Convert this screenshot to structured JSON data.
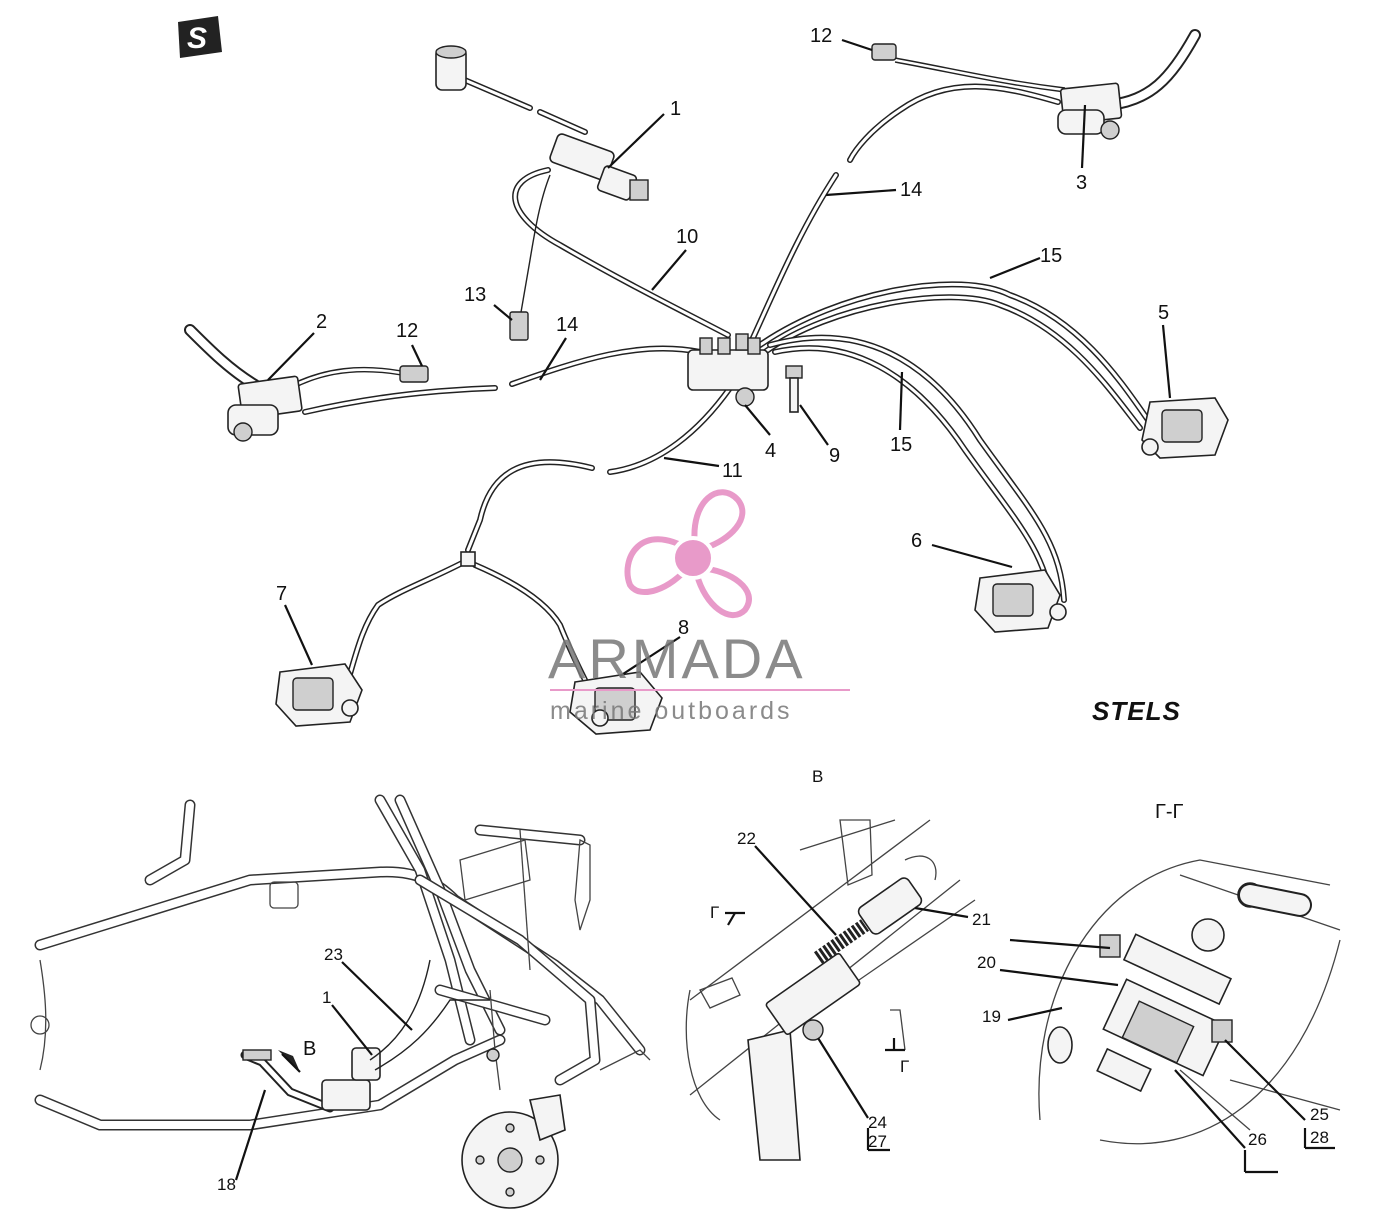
{
  "brand": {
    "logo_letter": "S",
    "stels_logo": "STELS",
    "watermark_name": "ARMADA",
    "watermark_tagline": "marine outboards",
    "watermark_color": "#e89ac9"
  },
  "callouts": [
    "1",
    "2",
    "3",
    "4",
    "5",
    "6",
    "7",
    "8",
    "9",
    "10",
    "11",
    "12",
    "12",
    "13",
    "14",
    "14",
    "15",
    "15"
  ],
  "lower_callouts": [
    "23",
    "1",
    "18",
    "B"
  ],
  "views": {
    "view_b": "B",
    "section_title": "Г-Г",
    "cut_mark_a": "Г",
    "cut_mark_b": "Г"
  },
  "detail_callouts": [
    "22",
    "21",
    "20",
    "19",
    "24",
    "27",
    "25",
    "28",
    "26"
  ]
}
